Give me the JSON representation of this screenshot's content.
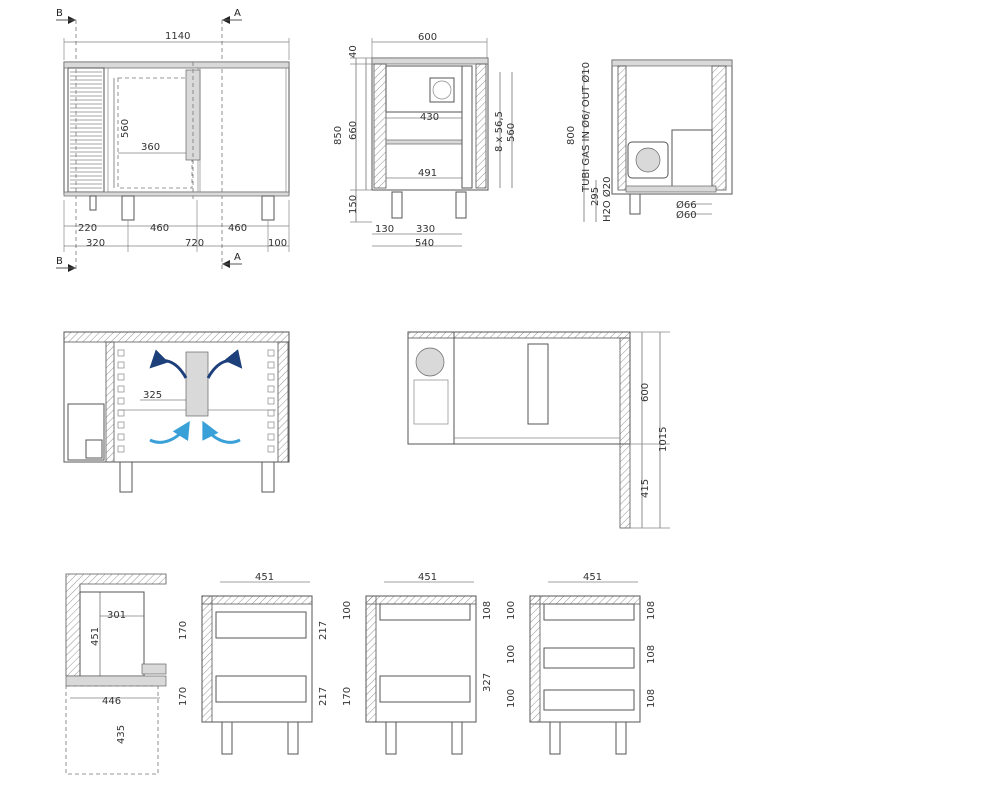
{
  "sections": {
    "a": "A",
    "b": "B"
  },
  "front": {
    "width": "1140",
    "inner_h": "560",
    "shelf_w": "360",
    "bot1": [
      "220",
      "460",
      "460"
    ],
    "bot2": [
      "320",
      "720",
      "100"
    ]
  },
  "side": {
    "width": "600",
    "top": "40",
    "h_total": "850",
    "h_inner": "660",
    "leg": "150",
    "shelf_w": "430",
    "inner_w": "491",
    "inner_h": "560",
    "pitch": "8 x 56,5",
    "bot1": [
      "130",
      "330"
    ],
    "bot2": "540"
  },
  "unit": {
    "height": "800",
    "gas": "TUBI GAS IN Ø6/ OUT Ø10",
    "h2o": "H2O Ø20",
    "h2o_h": "295",
    "d1": "Ø66",
    "d2": "Ø60"
  },
  "airflow": {
    "shelf": "325"
  },
  "plan": {
    "depth": "600",
    "door": "415",
    "total": "1015"
  },
  "drawer": {
    "w": "301",
    "h": "451",
    "bot": "446",
    "ext": "435"
  },
  "drawers": {
    "v1": {
      "top": "451",
      "h1": "170",
      "h2": "170",
      "r1": "217",
      "r2": "217"
    },
    "v2": {
      "top": "451",
      "a": "100",
      "b": "170",
      "r1": "108",
      "r2": "327"
    },
    "v3": {
      "top": "451",
      "a": "100",
      "b": "100",
      "c": "100",
      "r1": "108",
      "r2": "108",
      "r3": "108"
    }
  }
}
